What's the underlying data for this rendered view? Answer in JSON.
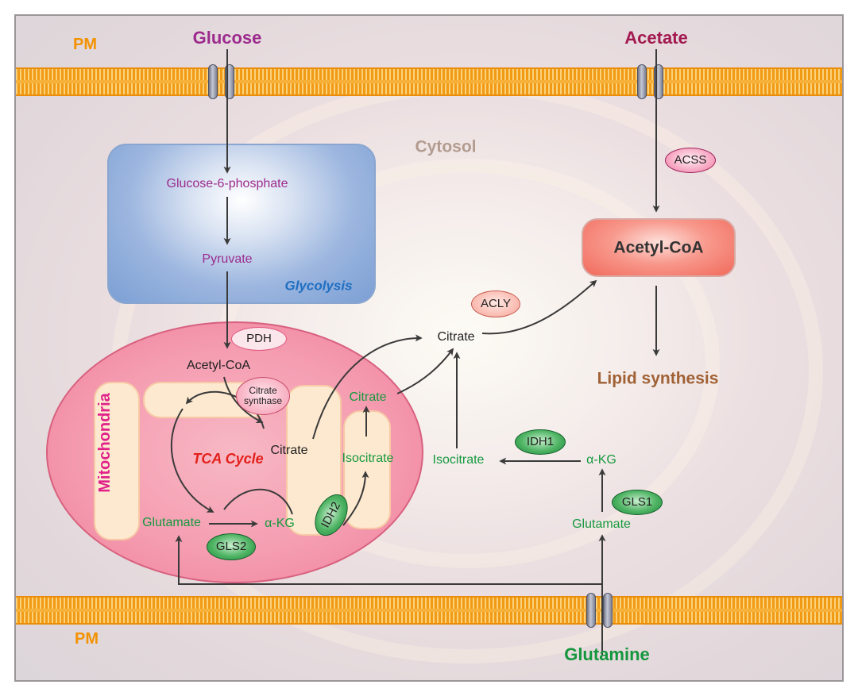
{
  "labels": {
    "glucose": "Glucose",
    "acetate": "Acetate",
    "glutamine": "Glutamine",
    "pm_top": "PM",
    "pm_bottom": "PM",
    "cytosol": "Cytosol",
    "glucose6p": "Glucose-6-phosphate",
    "pyruvate": "Pyruvate",
    "glycolysis": "Glycolysis",
    "acetylcoa_mito": "Acetyl-CoA",
    "acetylcoa_cyto": "Acetyl-CoA",
    "mitochondria": "Mitochondria",
    "tca_cycle": "TCA Cycle",
    "citrate_tca": "Citrate",
    "citrate_green_mito": "Citrate",
    "isocitrate_mito": "Isocitrate",
    "glutamate_mito": "Glutamate",
    "akg_mito": "α-KG",
    "citrate_cyto": "Citrate",
    "isocitrate_cyto": "Isocitrate",
    "akg_cyto": "α-KG",
    "glutamate_cyto": "Glutamate",
    "lipid_synthesis": "Lipid synthesis"
  },
  "enzymes": {
    "pdh": "PDH",
    "citrate_synthase": "Citrate synthase",
    "idh2": "IDH2",
    "gls2": "GLS2",
    "acly": "ACLY",
    "acss": "ACSS",
    "idh1": "IDH1",
    "gls1": "GLS1"
  },
  "colors": {
    "membrane": "#f5a623",
    "glycolysis_box": "#9cb6df",
    "mitochondria": "#f59db1",
    "acetylcoa_box": "#f8998d",
    "metabolite_purple": "#9c2b8d",
    "metabolite_green": "#16993f",
    "arrow": "#3a3a3a"
  }
}
